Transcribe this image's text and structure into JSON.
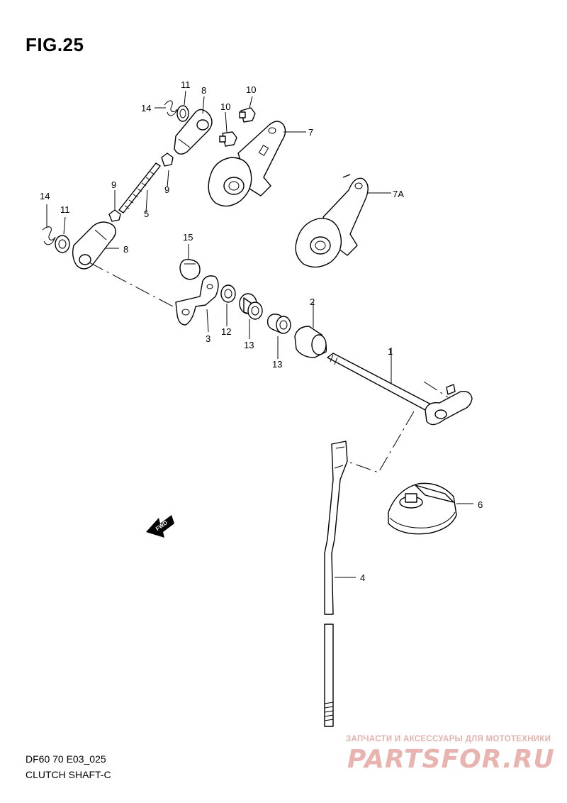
{
  "figure": {
    "title": "FIG.25",
    "footer_code": "DF60 70 E03_025",
    "footer_name": "CLUTCH SHAFT-C"
  },
  "callouts": {
    "c1": "1",
    "c2": "2",
    "c3": "3",
    "c4": "4",
    "c5": "5",
    "c6": "6",
    "c7": "7",
    "c7a": "7A",
    "c8a": "8",
    "c8b": "8",
    "c9a": "9",
    "c9b": "9",
    "c10a": "10",
    "c10b": "10",
    "c11a": "11",
    "c11b": "11",
    "c12": "12",
    "c13a": "13",
    "c13b": "13",
    "c14a": "14",
    "c14b": "14",
    "c15": "15"
  },
  "direction_arrow": {
    "label": "FWD"
  },
  "watermark": {
    "tagline": "ЗАПЧАСТИ И АКСЕССУАРЫ ДЛЯ МОТОТЕХНИКИ",
    "logo": "PARTSFOR.RU",
    "color": "#e9b3b0"
  }
}
